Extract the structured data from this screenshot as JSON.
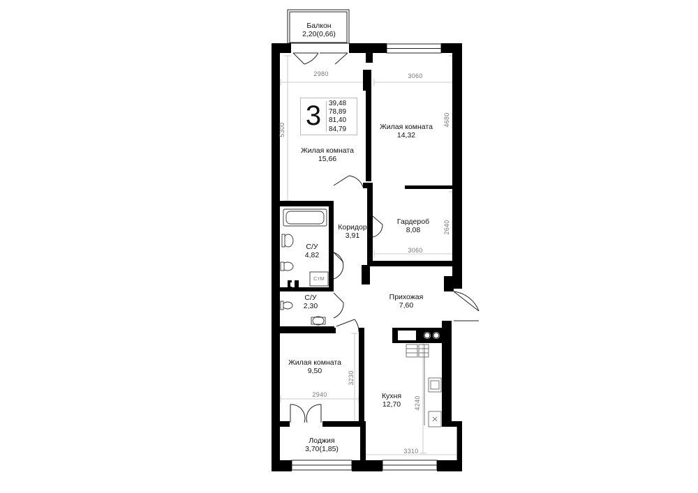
{
  "apartment": {
    "rooms": "3",
    "areas": [
      "39,48",
      "78,89",
      "81,40",
      "84,79"
    ]
  },
  "rooms": {
    "balcony": {
      "name": "Балкон",
      "area": "2,20(0,66)"
    },
    "living1": {
      "name": "Жилая комната",
      "area": "15,66"
    },
    "living2": {
      "name": "Жилая комната",
      "area": "14,32"
    },
    "wardrobe": {
      "name": "Гардероб",
      "area": "8,08"
    },
    "corridor": {
      "name": "Коридор",
      "area": "3,91"
    },
    "bath1": {
      "name": "С/У",
      "area": "4,82"
    },
    "bath2": {
      "name": "С/У",
      "area": "2,30"
    },
    "hall": {
      "name": "Прихожая",
      "area": "7,60"
    },
    "living3": {
      "name": "Жилая комната",
      "area": "9,50"
    },
    "kitchen": {
      "name": "Кухня",
      "area": "12,70"
    },
    "loggia": {
      "name": "Лоджия",
      "area": "3,70(1,85)"
    }
  },
  "appliance": {
    "washer": "СтМ"
  },
  "dimensions": {
    "living1_width": "2980",
    "living1_height": "5300",
    "living2_width": "3060",
    "living2_height": "4680",
    "wardrobe_width": "3060",
    "wardrobe_height": "2640",
    "living3_width": "2940",
    "living3_height": "3230",
    "kitchen_width": "3310",
    "kitchen_height": "4240"
  }
}
